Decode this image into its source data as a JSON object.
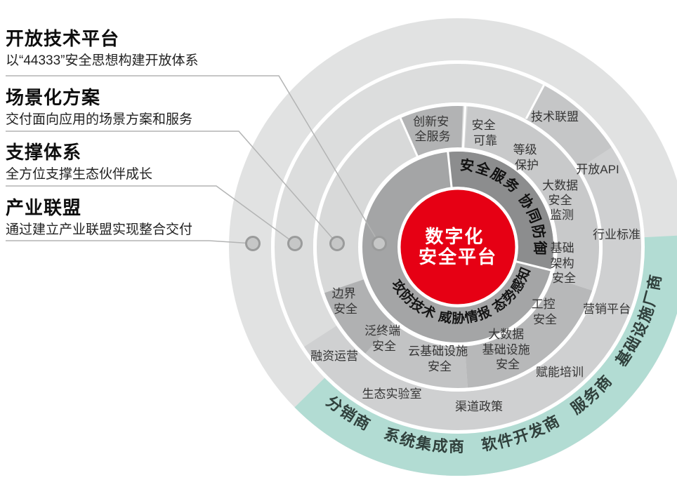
{
  "colors": {
    "accent_red": "#e60014",
    "partner_teal": "#b2dcd3"
  },
  "legend": {
    "blocks": [
      {
        "title": "开放技术平台",
        "desc": "以“44333”安全思想构建开放体系"
      },
      {
        "title": "场景化方案",
        "desc": "交付面向应用的场景方案和服务"
      },
      {
        "title": "支撑体系",
        "desc": "全方位支撑生态伙伴成长"
      },
      {
        "title": "产业联盟",
        "desc": "通过建立产业联盟实现整合交付"
      }
    ]
  },
  "diagram": {
    "center": {
      "lines": [
        "数字化",
        "安全平台"
      ]
    },
    "inner_ring": {
      "top_text": "安全服务 协同防御",
      "bottom_text": "攻防技术 威胁情报 态势感知"
    },
    "middle_ring": {
      "items": [
        {
          "lines": [
            "创新安",
            "全服务"
          ]
        },
        {
          "lines": [
            "安全",
            "可靠"
          ]
        },
        {
          "lines": [
            "等级",
            "保护"
          ]
        },
        {
          "lines": [
            "大数据",
            "安全",
            "监测"
          ]
        },
        {
          "lines": [
            "基础",
            "架构",
            "安全"
          ]
        },
        {
          "lines": [
            "工控",
            "安全"
          ]
        },
        {
          "lines": [
            "大数据",
            "基础设施",
            "安全"
          ]
        },
        {
          "lines": [
            "云基础设施",
            "安全"
          ]
        },
        {
          "lines": [
            "泛终端",
            "安全"
          ]
        },
        {
          "lines": [
            "边界",
            "安全"
          ]
        }
      ]
    },
    "outer_ring": {
      "items": [
        {
          "label": "技术联盟"
        },
        {
          "label": "开放API"
        },
        {
          "label": "行业标准"
        },
        {
          "label": "营销平台"
        },
        {
          "label": "赋能培训"
        },
        {
          "label": "渠道政策"
        },
        {
          "label": "生态实验室"
        },
        {
          "label": "融资运营"
        }
      ]
    },
    "partner_arc": {
      "text": "分销商　系统集成商　软件开发商　服务商　基础设施厂商"
    }
  }
}
